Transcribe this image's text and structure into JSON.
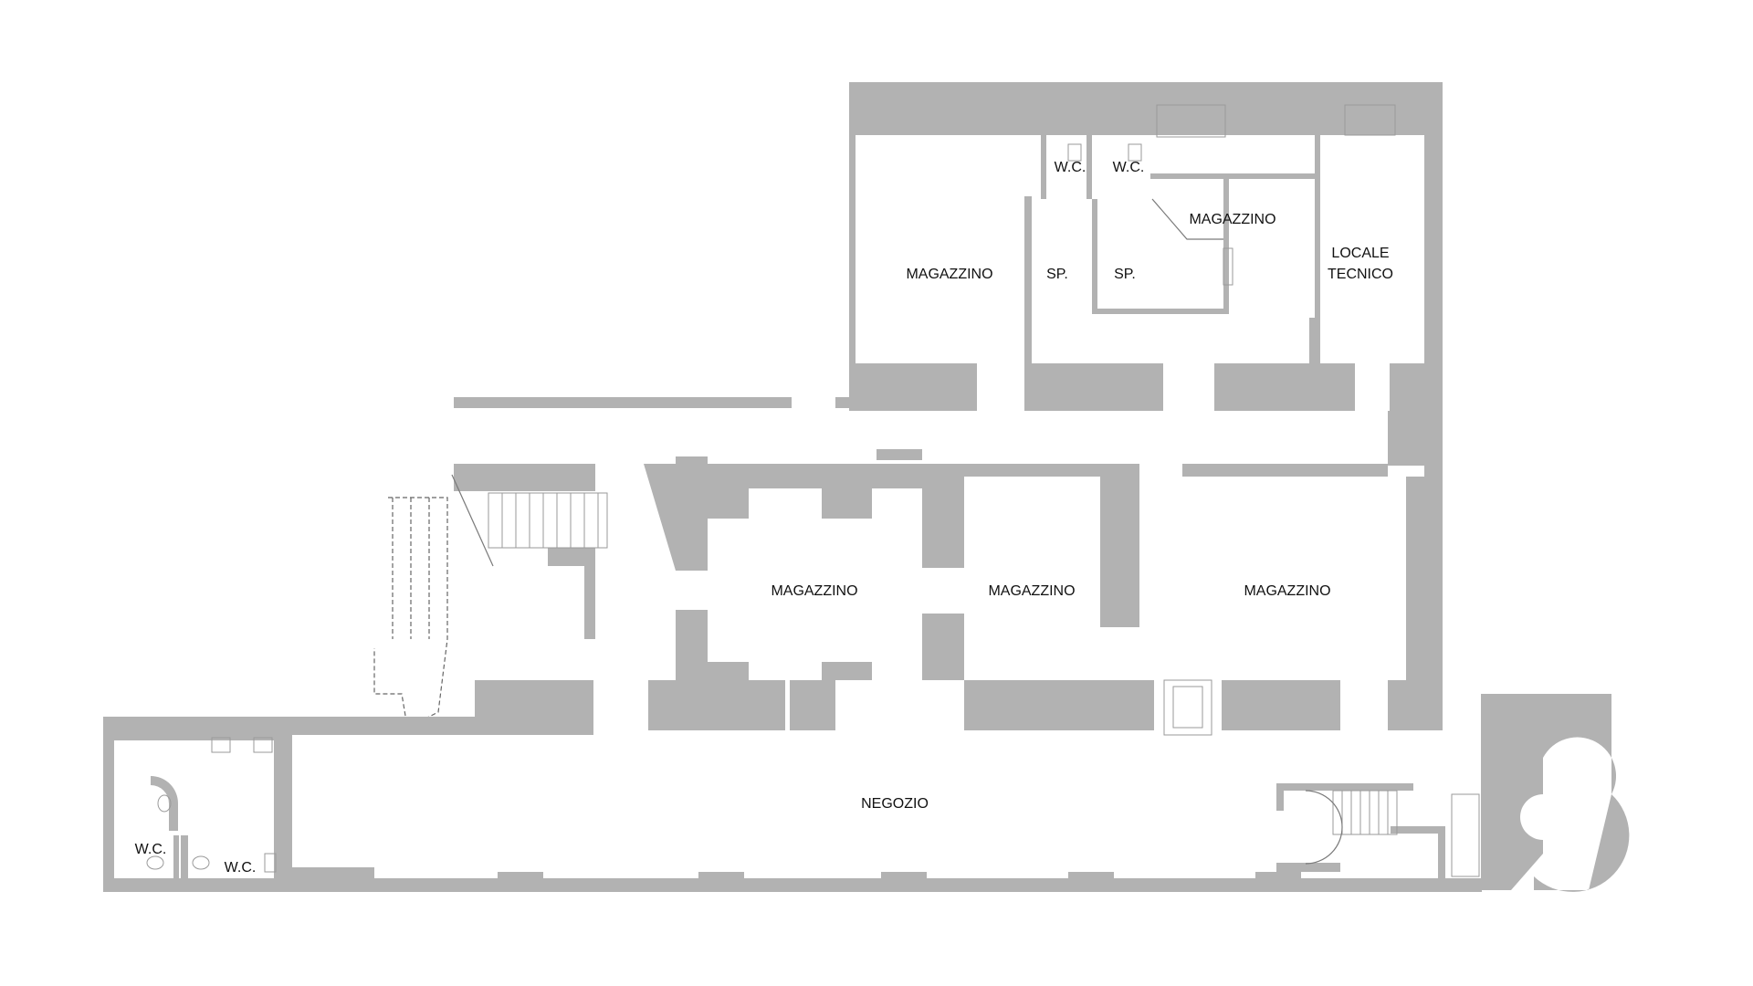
{
  "rooms": {
    "magazzino_north": "MAGAZZINO",
    "sp_left": "SP.",
    "sp_right": "SP.",
    "wc_north_left": "W.C.",
    "wc_north_right": "W.C.",
    "magazzino_north_small": "MAGAZZINO",
    "locale_tecnico_line1": "LOCALE",
    "locale_tecnico_line2": "TECNICO",
    "magazzino_center": "MAGAZZINO",
    "magazzino_center_right": "MAGAZZINO",
    "magazzino_east": "MAGAZZINO",
    "negozio": "NEGOZIO",
    "wc_south_left": "W.C.",
    "wc_south_right": "W.C."
  },
  "colors": {
    "wall": "#b2b2b2",
    "background": "#ffffff",
    "text": "#111111"
  }
}
